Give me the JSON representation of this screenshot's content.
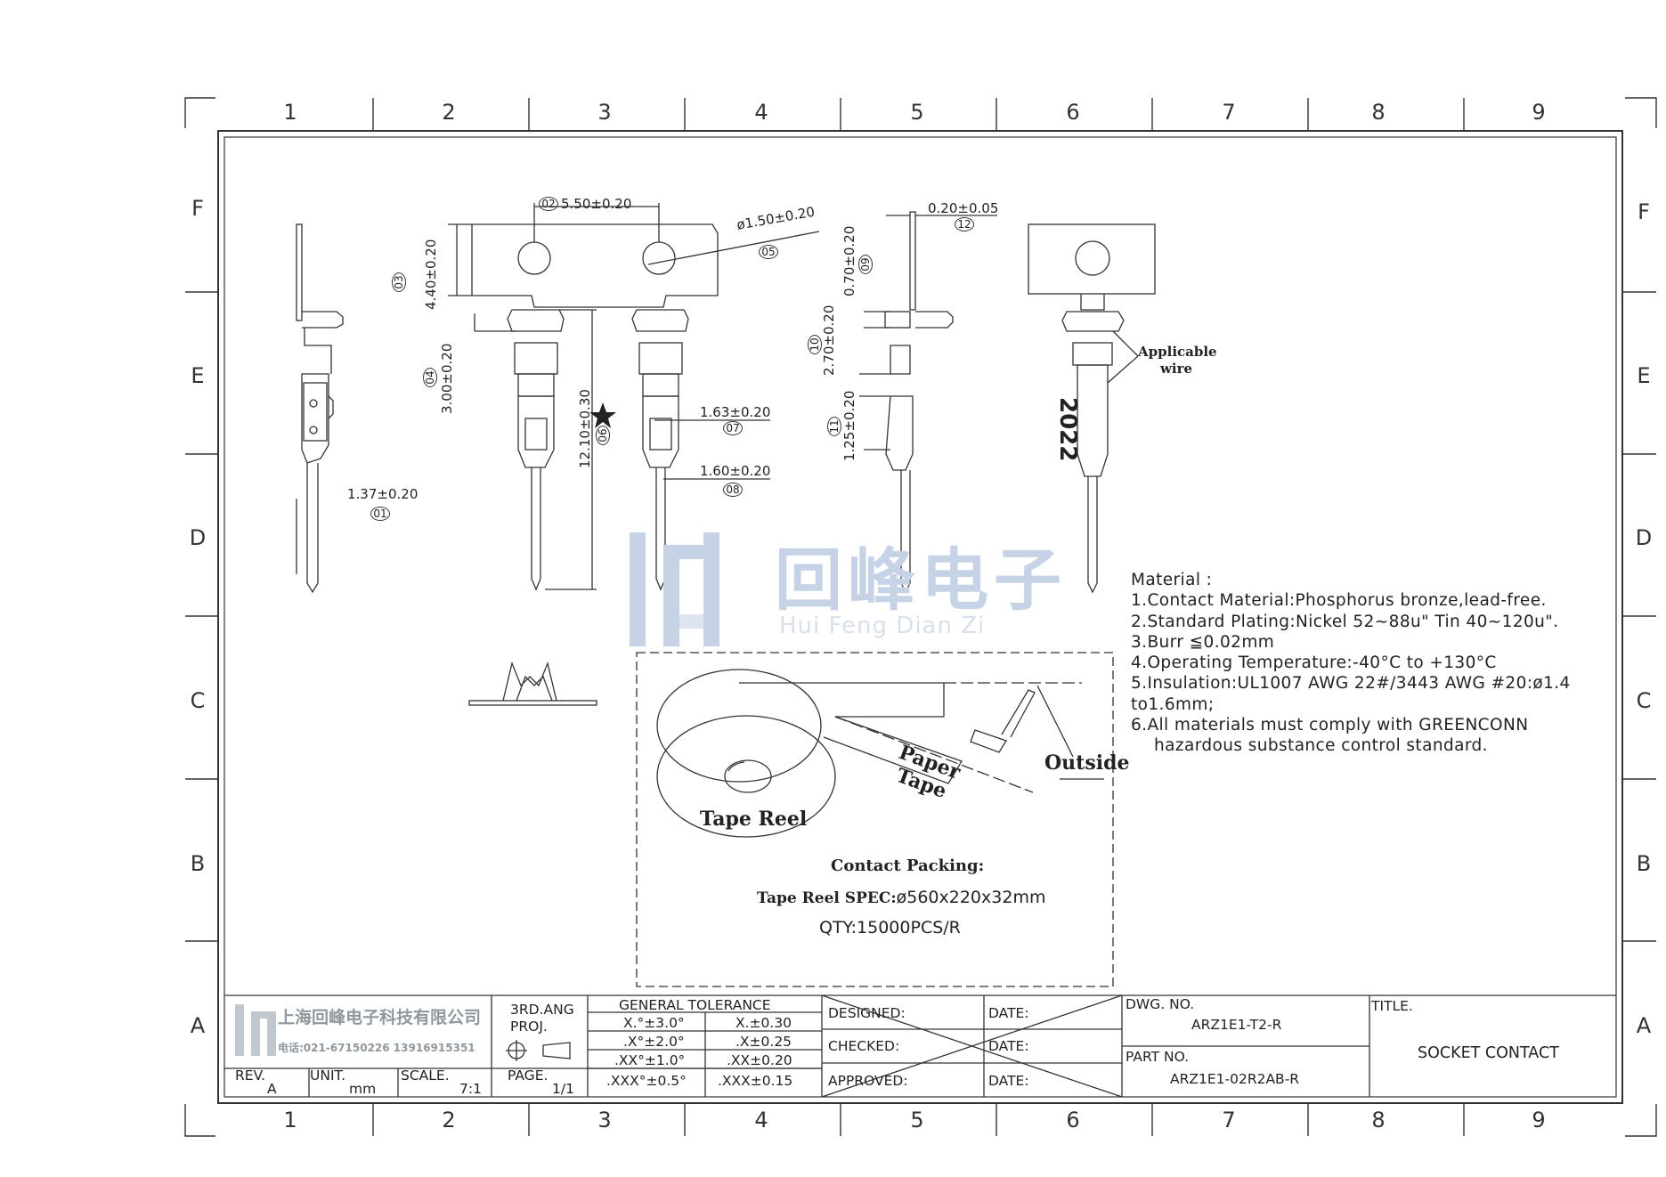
{
  "grid": {
    "columns": [
      "1",
      "2",
      "3",
      "4",
      "5",
      "6",
      "7",
      "8",
      "9"
    ],
    "rows": [
      "F",
      "E",
      "D",
      "C",
      "B",
      "A"
    ]
  },
  "watermark": {
    "name_cn": "回峰电子",
    "name_pinyin": "Hui Feng Dian Zi"
  },
  "dimensions": {
    "d01": {
      "value": "1.37±0.20",
      "ref": "01"
    },
    "d02": {
      "value": "5.50±0.20",
      "ref": "02"
    },
    "d03": {
      "value": "4.40±0.20",
      "ref": "03"
    },
    "d04": {
      "value": "3.00±0.20",
      "ref": "04"
    },
    "d05": {
      "value": "ø1.50±0.20",
      "ref": "05"
    },
    "d06": {
      "value": "12.10±0.30",
      "ref": "06"
    },
    "d07": {
      "value": "1.63±0.20",
      "ref": "07"
    },
    "d08": {
      "value": "1.60±0.20",
      "ref": "08"
    },
    "d09": {
      "value": "0.70±0.20",
      "ref": "09"
    },
    "d10": {
      "value": "2.70±0.20",
      "ref": "10"
    },
    "d11": {
      "value": "1.25±0.20",
      "ref": "11"
    },
    "d12": {
      "value": "0.20±0.05",
      "ref": "12"
    }
  },
  "wire_callout": {
    "label_line1": "Applicable",
    "label_line2": "wire",
    "wire_code": "2022"
  },
  "material": {
    "heading": "Material :",
    "lines": [
      "1.Contact Material:Phosphorus bronze,lead-free.",
      "2.Standard Plating:Nickel 52~88u\" Tin 40~120u\".",
      "3.Burr ≦0.02mm",
      "4.Operating Temperature:-40°C to +130°C",
      "5.Insulation:UL1007 AWG 22#/3443 AWG #20:ø1.4",
      "to1.6mm;",
      "6.All materials must comply with GREENCONN",
      "hazardous substance control standard."
    ]
  },
  "packing": {
    "paper_tape_line1": "Paper",
    "paper_tape_line2": "Tape",
    "outside": "Outside",
    "tape_reel": "Tape Reel",
    "title": "Contact Packing:",
    "spec_label": "Tape Reel SPEC:",
    "spec_value": "ø560x220x32mm",
    "qty": "QTY:15000PCS/R"
  },
  "title_block": {
    "company_cn": "上海回峰电子科技有限公司",
    "company_phone": "电话:021-67150226 13916915351",
    "projection_line1": "3RD.ANG",
    "projection_line2": "PROJ.",
    "rev_label": "REV.",
    "rev_value": "A",
    "unit_label": "UNIT.",
    "unit_value": "mm",
    "scale_label": "SCALE.",
    "scale_value": "7:1",
    "page_label": "PAGE.",
    "page_value": "1/1",
    "tolerance_title": "GENERAL TOLERANCE",
    "tolerance_rows": [
      {
        "angle": "X.°±3.0°",
        "linear": "X.±0.30"
      },
      {
        "angle": ".X°±2.0°",
        "linear": ".X±0.25"
      },
      {
        "angle": ".XX°±1.0°",
        "linear": ".XX±0.20"
      },
      {
        "angle": ".XXX°±0.5°",
        "linear": ".XXX±0.15"
      }
    ],
    "designed_label": "DESIGNED:",
    "checked_label": "CHECKED:",
    "approved_label": "APPROVED:",
    "date_label": "DATE:",
    "dwg_no_label": "DWG. NO.",
    "dwg_no_value": "ARZ1E1-T2-R",
    "part_no_label": "PART NO.",
    "part_no_value": "ARZ1E1-02R2AB-R",
    "title_label": "TITLE.",
    "title_value": "SOCKET CONTACT"
  }
}
